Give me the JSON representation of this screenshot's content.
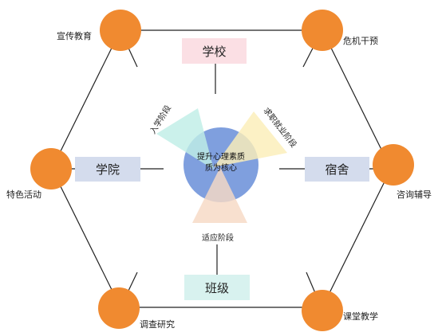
{
  "center": {
    "line1": "提升心理素质",
    "line2": "质为核心"
  },
  "boxes": {
    "school": "学校",
    "college": "学院",
    "dorm": "宿舍",
    "class": "班级"
  },
  "nodes": {
    "top_left": "宣传教育",
    "top_right": "危机干预",
    "left": "特色活动",
    "right": "咨询辅导",
    "bottom_left": "调查研究",
    "bottom_right": "课堂教学"
  },
  "stages": {
    "entry": "入学阶段",
    "employment": "求职就业阶段",
    "adaptation": "适应阶段"
  },
  "colors": {
    "node": "#f08a30",
    "center": "#7f9fde",
    "school_box": "#fbdfe4",
    "side_box": "#d4dced",
    "class_box": "#d8f2ef",
    "entry_wedge": "#bfeee6",
    "employment_wedge": "#fbeeb8",
    "adaptation_wedge": "#f7d9c4"
  }
}
